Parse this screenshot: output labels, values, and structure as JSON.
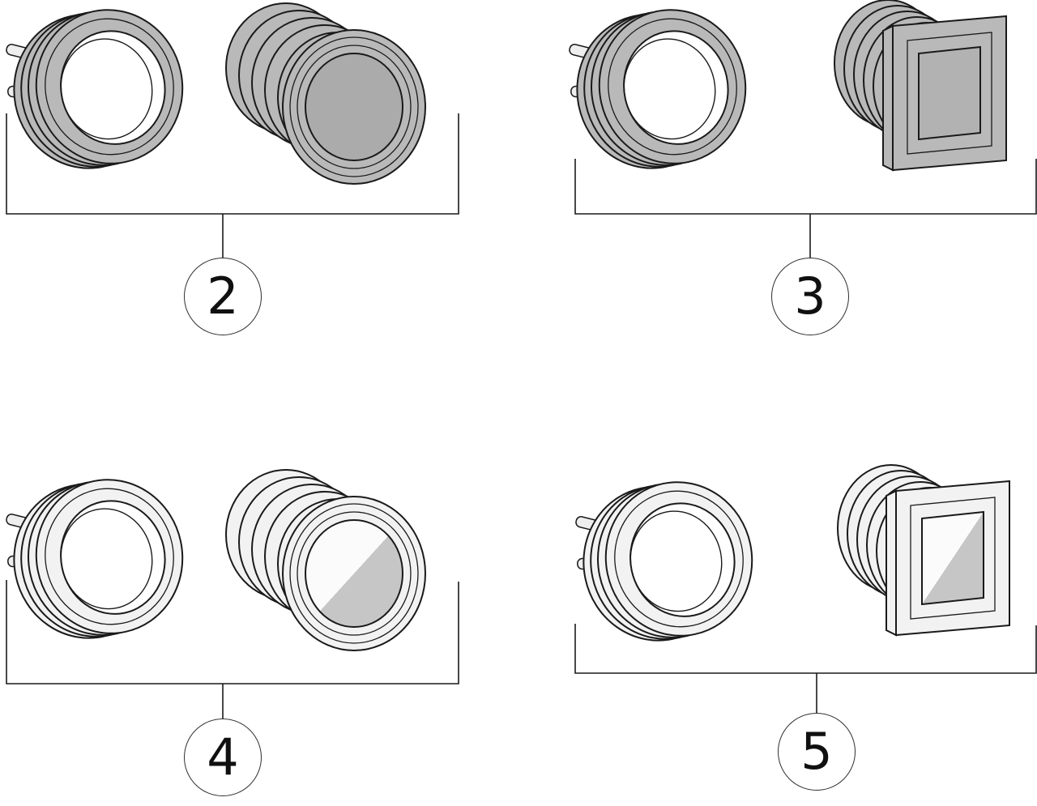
{
  "diagram": {
    "title": "recessed-fitting-parts-diagram",
    "colors": {
      "outline": "#1a1a1a",
      "gray_part": "#b9b9b9",
      "light_part": "#f2f2f2",
      "lens_light": "#fbfbfb",
      "lens_shade": "#c6c6c6",
      "callout_border": "#2f2f2f",
      "background": "#ffffff"
    },
    "groups": [
      {
        "label": "2",
        "parts": [
          "lock-ring-icon",
          "round-face-housing-icon"
        ],
        "finish": "gray"
      },
      {
        "label": "3",
        "parts": [
          "lock-ring-icon",
          "square-flange-housing-icon"
        ],
        "finish": "gray"
      },
      {
        "label": "4",
        "parts": [
          "lock-ring-icon",
          "round-lens-housing-icon"
        ],
        "finish": "light"
      },
      {
        "label": "5",
        "parts": [
          "lock-ring-icon",
          "square-lens-housing-icon"
        ],
        "finish": "light"
      }
    ]
  }
}
